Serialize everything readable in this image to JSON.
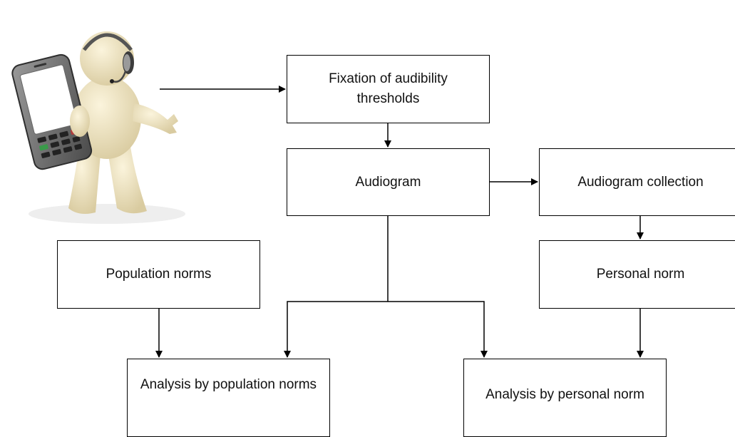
{
  "diagram": {
    "boxes": {
      "fixation": "Fixation of audibility thresholds",
      "audiogram": "Audiogram",
      "audiogram_collection": "Audiogram collection",
      "population_norms": "Population norms",
      "personal_norm": "Personal norm",
      "analysis_population": "Analysis by population norms",
      "analysis_personal": "Analysis by personal norm"
    },
    "colors": {
      "line": "#000000",
      "figure_body": "#efe6c8",
      "phone_body": "#7a7a7a",
      "phone_screen": "#ffffff"
    }
  }
}
